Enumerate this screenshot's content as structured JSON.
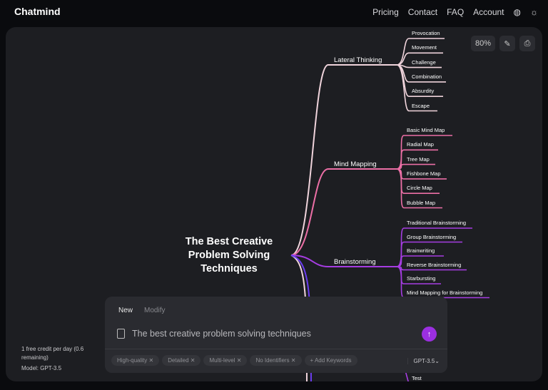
{
  "header": {
    "logo": "Chatmind",
    "nav": [
      "Pricing",
      "Contact",
      "FAQ",
      "Account"
    ],
    "icons": [
      "globe-icon",
      "sun-icon"
    ]
  },
  "toolbar": {
    "zoom": "80%",
    "icons": [
      "edit-icon",
      "export-icon"
    ]
  },
  "mindmap": {
    "root": "The Best Creative Problem Solving Techniques",
    "branches": [
      {
        "label": "Lateral Thinking",
        "color": "#f0d4dc",
        "children": [
          "Provocation",
          "Movement",
          "Challenge",
          "Combination",
          "Absurdity",
          "Escape"
        ]
      },
      {
        "label": "Mind Mapping",
        "color": "#ec6fa6",
        "children": [
          "Basic Mind Map",
          "Radial Map",
          "Tree Map",
          "Fishbone Map",
          "Circle Map",
          "Bubble Map"
        ]
      },
      {
        "label": "Brainstorming",
        "color": "#a63de2",
        "children": [
          "Traditional Brainstorming",
          "Group Brainstorming",
          "Brainwriting",
          "Reverse Brainstorming",
          "Starbursting",
          "Mind Mapping for Brainstorming"
        ]
      }
    ],
    "partial_child": "Test"
  },
  "sidebar": {
    "credit": "1 free credit per day (0.6 remaining)",
    "model": "Model: GPT-3.5"
  },
  "input": {
    "tabs": [
      "New",
      "Modify"
    ],
    "value": "The best creative problem solving techniques",
    "chips": [
      "High-quality",
      "Detailed",
      "Multi-level",
      "No Identifiers"
    ],
    "add_keywords": "+ Add Keywords",
    "model": "GPT-3.5"
  }
}
